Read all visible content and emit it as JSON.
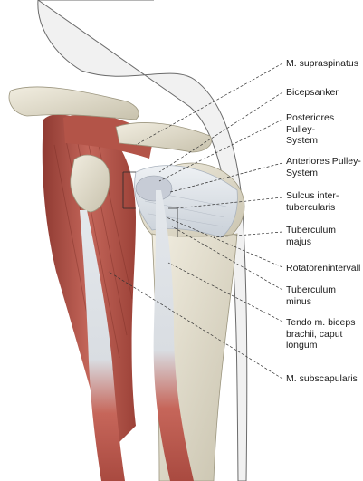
{
  "labels": [
    "M. supraspinatus",
    "Bicepsanker",
    "Posteriores Pulley-\nSystem",
    "Anteriores Pulley-\nSystem",
    "Sulcus inter-\ntubercularis",
    "Tuberculum\nmajus",
    "Rotatorenintervall",
    "Tuberculum\nminus",
    "Tendo m. biceps\nbrachii, caput\nlongum",
    "M. subscapularis"
  ],
  "colors": {
    "muscle": "#b8574c",
    "muscle_dark": "#8f3a32",
    "bone": "#e6e1cf",
    "bone_shade": "#b9b39f",
    "tendon": "#dfe3e8",
    "cartilage": "#c7ccd6",
    "skin_outline": "#6b6b6b",
    "leader_line": "#333333"
  }
}
